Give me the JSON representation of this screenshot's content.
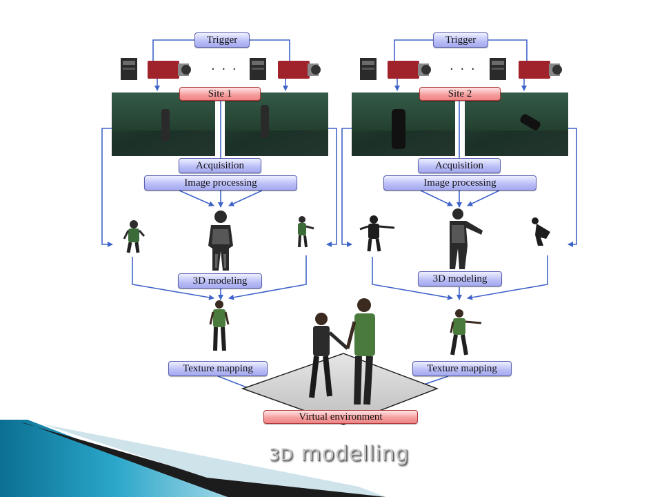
{
  "slide": {
    "title_prefix": "3D",
    "title_main": " modelling"
  },
  "colors": {
    "blue_label": "#b9bdf7",
    "red_label": "#f59b9b",
    "arrow": "#3f63c8",
    "accent_band": "#1a8fb5"
  },
  "diagram": {
    "site1": {
      "trigger": "Trigger",
      "site": "Site 1",
      "acquisition": "Acquisition",
      "processing": "Image processing",
      "modeling": "3D modeling",
      "texture": "Texture mapping",
      "ellipsis": "· · ·"
    },
    "site2": {
      "trigger": "Trigger",
      "site": "Site 2",
      "acquisition": "Acquisition",
      "processing": "Image processing",
      "modeling": "3D modeling",
      "texture": "Texture mapping",
      "ellipsis": "· · ·"
    },
    "virtual_environment": "Virtual environment"
  }
}
